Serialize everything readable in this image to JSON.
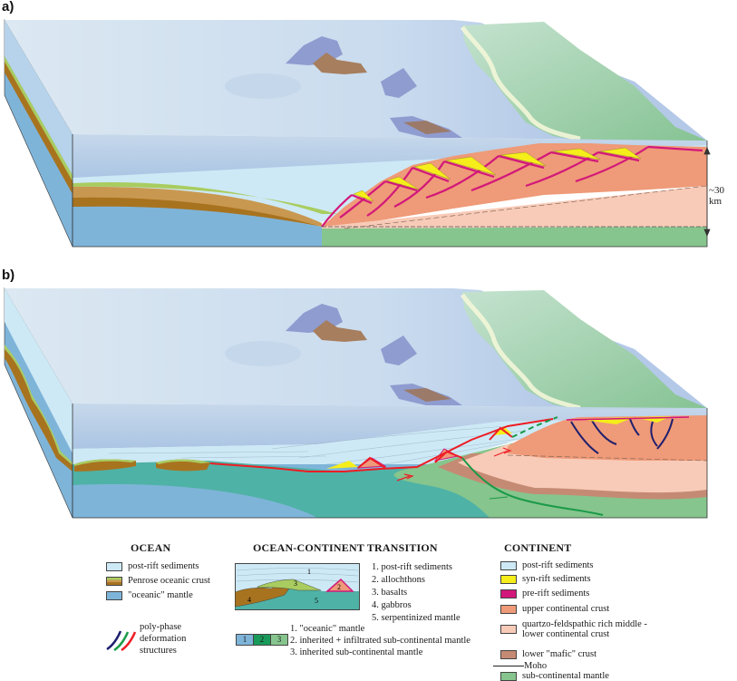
{
  "panels": {
    "a": {
      "label": "a)",
      "scale_label": "~30 km"
    },
    "b": {
      "label": "b)"
    }
  },
  "colors": {
    "water_top": "#dbe7f1",
    "water_deep": "#b7cde6",
    "post_rift": "#cde9f6",
    "syn_rift": "#f5ee1a",
    "pre_rift": "#d2187a",
    "upper_crust": "#ef9a78",
    "mid_lower_crust": "#f8cbb8",
    "mafic_crust": "#c58a73",
    "sub_continental_mantle": "#86c58d",
    "oceanic_mantle": "#7fb4d9",
    "basalt": "#a9cc60",
    "gabbro": "#a8731f",
    "serpentinized_mantle": "#4fb2a6",
    "land": "#a8d3b1",
    "fault_red": "#ee1c24",
    "fault_blue": "#1e1f6e",
    "fault_green": "#1a9a48"
  },
  "legend": {
    "ocean": {
      "title": "OCEAN",
      "items": [
        {
          "label": "post-rift sediments",
          "color": "#cde9f6"
        },
        {
          "label": "Penrose oceanic crust",
          "color": "#b07a2a"
        },
        {
          "label": "\"oceanic\" mantle",
          "color": "#7fb4d9"
        }
      ],
      "deformation": {
        "label_lines": [
          "poly-phase",
          "deformation",
          "structures"
        ],
        "stroke_colors": [
          "#1e1f6e",
          "#1a9a48",
          "#ee1c24"
        ]
      }
    },
    "oct": {
      "title": "OCEAN-CONTINENT TRANSITION",
      "diagram_numbers": [
        "1",
        "2",
        "3",
        "4",
        "5"
      ],
      "items": [
        "1. post-rift sediments",
        "2. allochthons",
        "3. basalts",
        "4. gabbros",
        "5. serpentinized mantle"
      ],
      "mantle_bar": {
        "cells": [
          "1",
          "2",
          "3"
        ],
        "colors": [
          "#7fb4d9",
          "#1a9a5a",
          "#86c58d"
        ]
      },
      "mantle_items": [
        "1. \"oceanic\" mantle",
        "2. inherited + infiltrated sub-continental mantle",
        "3. inherited sub-continental mantle"
      ]
    },
    "continent": {
      "title": "CONTINENT",
      "items": [
        {
          "label": "post-rift sediments",
          "color": "#cde9f6"
        },
        {
          "label": "syn-rift sediments",
          "color": "#f5ee1a"
        },
        {
          "label": "pre-rift sediments",
          "color": "#d2187a"
        },
        {
          "label": "upper continental crust",
          "color": "#ef9a78"
        },
        {
          "label": "quartzo-feldspathic rich middle - lower continental crust",
          "color": "#f8cbb8"
        },
        {
          "label": "lower \"mafic\" crust",
          "color": "#c58a73"
        }
      ],
      "moho_label": "Moho",
      "last_item": {
        "label": "sub-continental mantle",
        "color": "#86c58d"
      }
    }
  }
}
